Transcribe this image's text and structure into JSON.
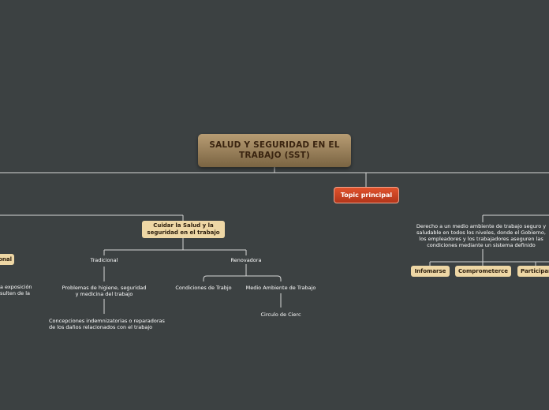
{
  "root": {
    "line1": "SALUD Y SEGURIDAD EN EL",
    "line2": "TRABAJO (SST)"
  },
  "topic_principal": "Topic principal",
  "left_branch": {
    "title_line1": "Cuidar la Salud y la",
    "title_line2": "seguridad en el trabajo",
    "tradicional": {
      "label": "Tradicional",
      "problemas_line1": "Problemas de higiene, seguridad",
      "problemas_line2": "y medicina del trabajo",
      "concepciones_line1": "Concepciones indemnizatorias o reparadoras",
      "concepciones_line2": "de los daños relacionados con el trabajo"
    },
    "renovadora": {
      "label": "Renovadora",
      "condiciones": "Condiciones de Trabjo",
      "medio": "Medio Ambiente de Trabajo",
      "circulo": "Circulo de Cierc"
    }
  },
  "far_left": {
    "node_partial": "onal",
    "text_line1": "a exposición",
    "text_line2": "sulten de la"
  },
  "right_branch": {
    "desc_line1": "Derecho a un medio ambiente de trabajo seguro y",
    "desc_line2": "saludable en todos los niveles, donde el Gobierno,",
    "desc_line3": "los empleadores y los trabajadores aseguren las",
    "desc_line4": "condiciones mediante un sistema definido",
    "children": [
      "Infomarse",
      "Comprometerce",
      "Participar"
    ]
  }
}
